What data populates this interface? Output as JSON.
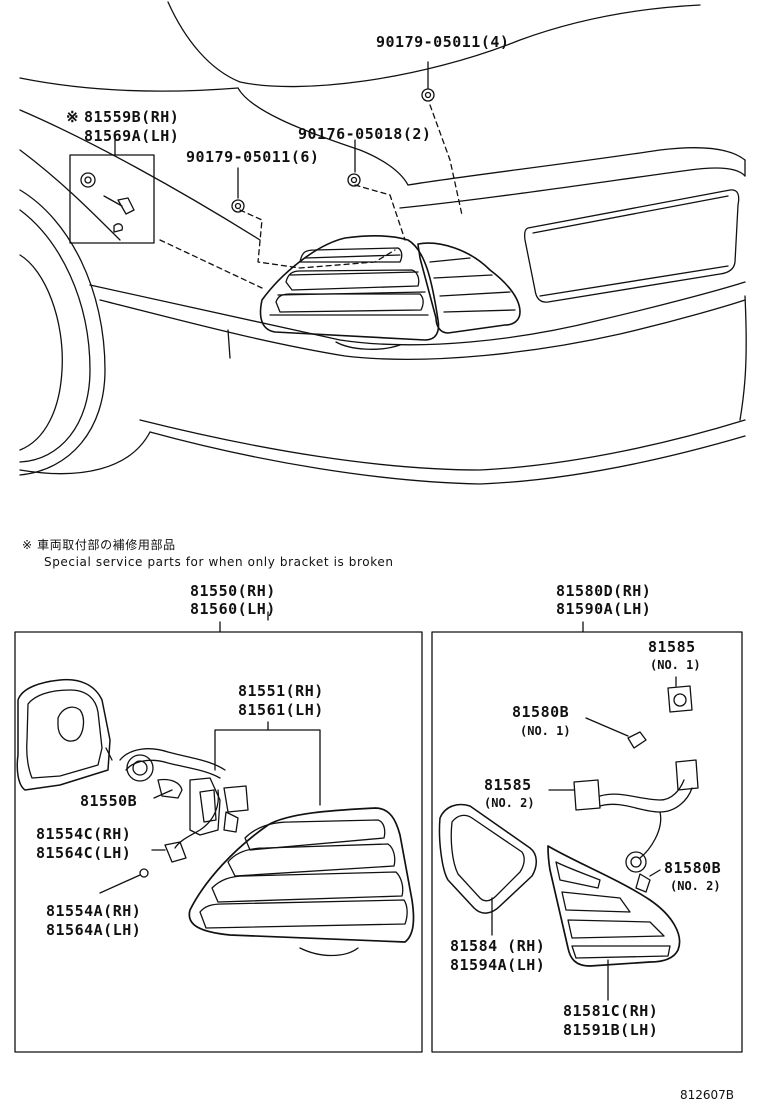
{
  "callouts": {
    "p90179_05011_4": "90179-05011(4)",
    "p81559b": "81559B(RH)",
    "p81569a": "81569A(LH)",
    "mark": "※",
    "p90176_05018_2": "90176-05018(2)",
    "p90179_05011_6": "90179-05011(6)",
    "p81550": "81550(RH)",
    "p81560": "81560(LH)",
    "p81551": "81551(RH)",
    "p81561": "81561(LH)",
    "p81550b": "81550B",
    "p81554c": "81554C(RH)",
    "p81564c": "81564C(LH)",
    "p81554a": "81554A(RH)",
    "p81564a": "81564A(LH)",
    "p81580d": "81580D(RH)",
    "p81590a": "81590A(LH)",
    "p81585_no1": "81585",
    "no1_a": "(NO. 1)",
    "p81580b_no1": "81580B",
    "no1_b": "(NO. 1)",
    "p81585_no2": "81585",
    "no2_a": "(NO. 2)",
    "p81580b_no2": "81580B",
    "no2_b": "(NO. 2)",
    "p81584": "81584 (RH)",
    "p81594a": "81594A(LH)",
    "p81581c": "81581C(RH)",
    "p81591b": "81591B(LH)"
  },
  "note": {
    "japanese": "※ 車両取付部の補修用部品",
    "english": "Special service parts for when only bracket is broken"
  },
  "figure_id": "812607B"
}
